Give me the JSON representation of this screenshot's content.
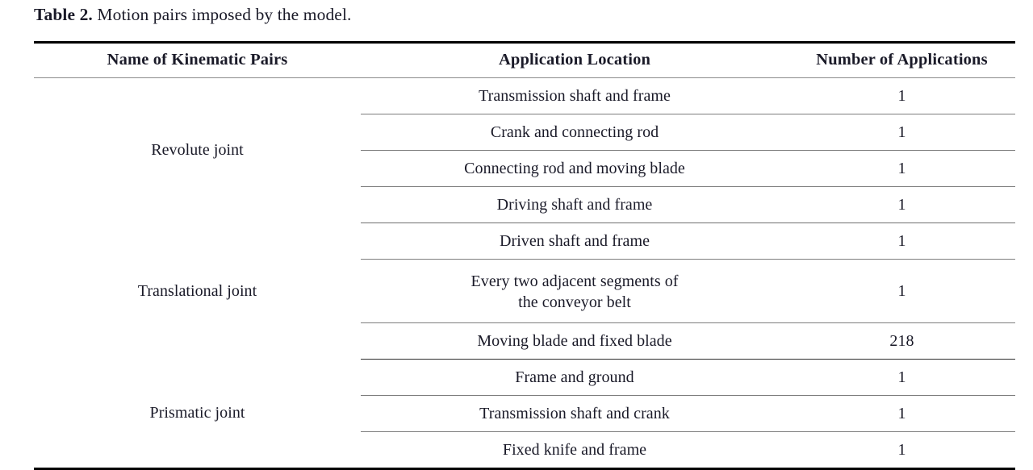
{
  "caption": {
    "label": "Table 2.",
    "text": "Motion pairs imposed by the model."
  },
  "table": {
    "columns": [
      "Name of Kinematic Pairs",
      "Application Location",
      "Number of Applications"
    ],
    "groups": [
      {
        "name": "Revolute joint",
        "rows": [
          {
            "location": "Transmission shaft and frame",
            "count": "1"
          },
          {
            "location": "Crank and connecting rod",
            "count": "1"
          },
          {
            "location": "Connecting rod and moving blade",
            "count": "1"
          },
          {
            "location": "Driving shaft and frame",
            "count": "1"
          }
        ]
      },
      {
        "name": "Translational joint",
        "rows": [
          {
            "location": "Driven shaft and frame",
            "count": "1"
          },
          {
            "location_line1": "Every two adjacent segments of",
            "location_line2": "the conveyor belt",
            "count": "1"
          },
          {
            "location": "Moving blade and fixed blade",
            "count": "218"
          }
        ]
      },
      {
        "name": "Prismatic joint",
        "rows": [
          {
            "location": "Frame and ground",
            "count": "1"
          },
          {
            "location": "Transmission shaft and crank",
            "count": "1"
          },
          {
            "location": "Fixed knife and frame",
            "count": "1"
          }
        ]
      }
    ]
  },
  "colors": {
    "text": "#1a1a28",
    "rule_heavy": "#000000",
    "rule_light": "#7d7d7d",
    "background": "#ffffff"
  }
}
